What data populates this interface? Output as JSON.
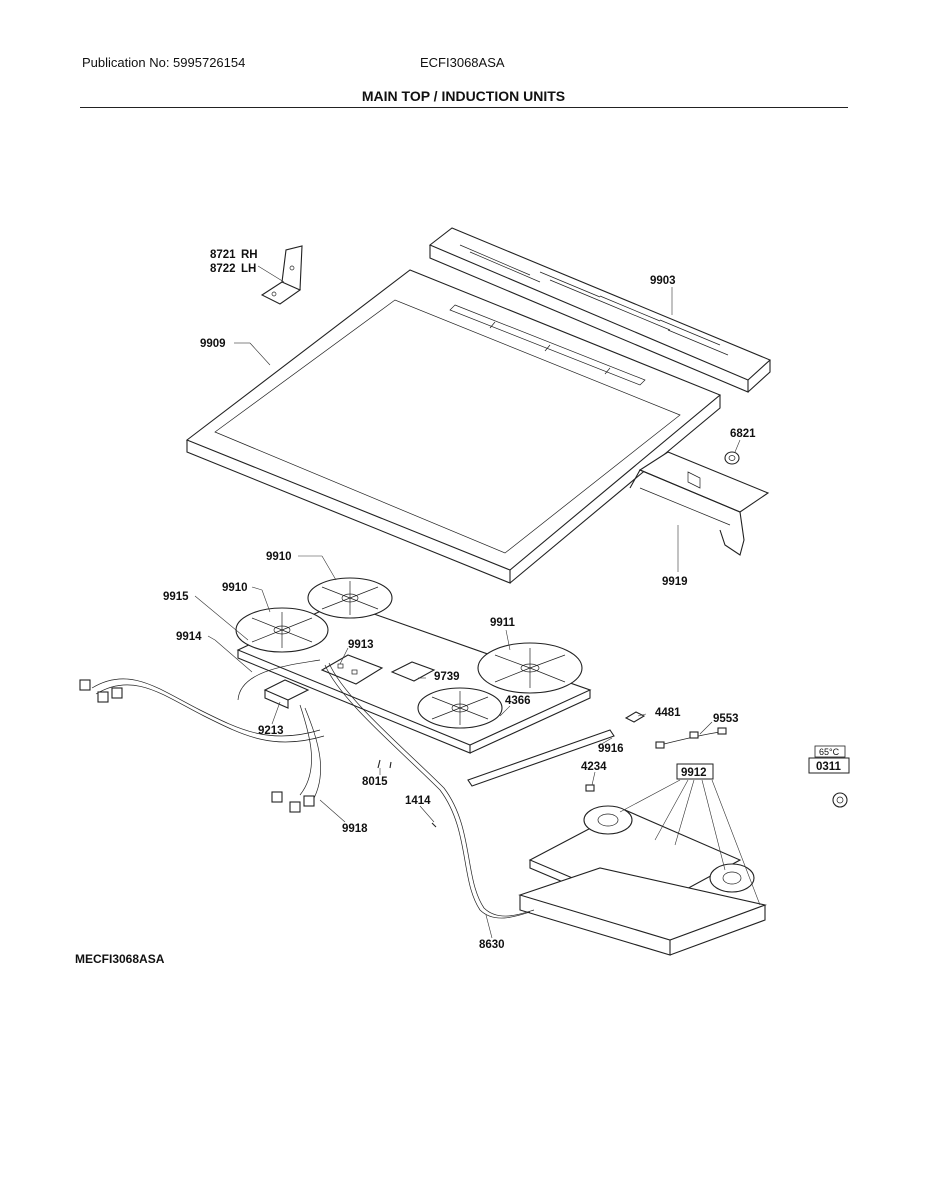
{
  "header": {
    "publication": "Publication No: 5995726154",
    "model": "ECFI3068ASA",
    "title": "MAIN TOP / INDUCTION UNITS"
  },
  "footer": {
    "diagram_code": "MECFI3068ASA"
  },
  "callouts": {
    "c8721": "8721",
    "c8721_side": "RH",
    "c8722": "8722",
    "c8722_side": "LH",
    "c9903": "9903",
    "c9909": "9909",
    "c6821": "6821",
    "c9919": "9919",
    "c9910a": "9910",
    "c9910b": "9910",
    "c9915": "9915",
    "c9914": "9914",
    "c9913": "9913",
    "c9911": "9911",
    "c9739": "9739",
    "c4366": "4366",
    "c9213": "9213",
    "c4481": "4481",
    "c9553": "9553",
    "c9916": "9916",
    "c4234": "4234",
    "c9912": "9912",
    "c8015": "8015",
    "c1414": "1414",
    "c9918": "9918",
    "c8630": "8630",
    "c0311": "0311",
    "temp": "65°C"
  }
}
